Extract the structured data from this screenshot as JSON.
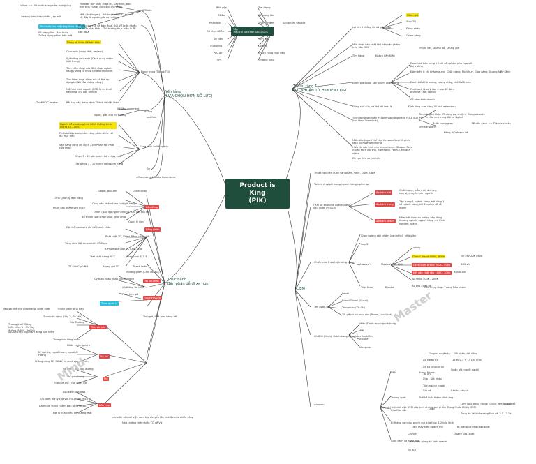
{
  "title": "Product is King\n(PIK)",
  "branches": {
    "foundation": "Nền tảng\n(LỰA CHỌN HƠN NỖ LỰC)",
    "practice": "Thực hành\nBán phân dễ đi xa hơn",
    "profit": "Tối ưu tầng 1\nLỢI NHUẬN TỪ HIDDEN COST",
    "oem": "OEM"
  },
  "left_top": [
    "Follow => Bắt nước sản phẩm tương ứng",
    "Tiktoker (KP nhỏ) - lượt lít - Lấy kinh, bàn mới tinh (Small kichcord mà chất)",
    "Affiliate",
    "MMI (Net buyer) - Rắt hoạt tiến cơ / sp nên rõ, đây là nguồn gốc cơ hội hay",
    "Xem sự bán được nhiều / sp mới",
    "Tìm nước lưu mở rộng shop thuyền",
    "Production (SP đã bán được ĐL) VỚI cần nhiều sp chưa khai khác - Thì trường thực hiệu là PP cấp độ X",
    "Số lượng lớn - Bán buôn - Thông dụng phiên bản mới"
  ],
  "left_grid": [
    "Dùng bộ khóa đề bán điện",
    "Concepts (nhóp thời, review)",
    "Sự hướng concepts (Cách quay video thời trang)",
    "Tâm kiếm được các KOC được ngành hàng (Đúng từ khóa chuẩn tìm kiếm)",
    "Tìm kiếm được điểm mô có thể áp dụng lại NN (Áo chống nắng)",
    "Mô hình kinh doanh (POD là xu thuế trending, chỉ đổi, online)",
    "Đang trong (Tiktok TQ)",
    "Thuê KOC review",
    "Bắt tay xây dựng kênh Tiktok và Việt Nam",
    "Số liệu, comment",
    "Ngươi, giới, của thị trường",
    "Tư duy",
    "webfast",
    "Ngành đề xin dụng nhà kênh thiêng trinh gia tà 10 - 20%",
    "Phân bổ tập sản phẩm công phiên thức với 80 mục tiêu",
    "Vận hàng công để lấy 5 - 10SP bán tốt nhất cửa Shop",
    "Chọn 5 - 10 sản phẩm bán chạy, mới",
    "Tăng hợp 3 - 10 nhóm có Ngành hàng",
    "Công thức build ngành",
    "Err",
    "eCommerce / Social Commerce"
  ],
  "left_bottom": [
    "Global, Bad-MM",
    "Chỉnh khâu",
    "Tính Quản lý đơn hàng",
    "Chạy sản phẩm theo nhà giá hàng",
    "Phân Sản phẩm yêu thích",
    "Order (Bảo lập ngành nhiều)",
    "Cái đặt tổn chi",
    "Bổ thanh toán chọn giao, giao nhop",
    "Quản lý đơn",
    "Bản đặng",
    "Đặt trên website chỉ để thanh khảo",
    "Phát triệt 3D, Video",
    "Bảng phân đất 1",
    "Tổng diện liệt mua nhiều SP/Shop",
    "Bảng phân",
    "A Phương án lần 2 - Chốt / Đợi",
    "Test chất lượng NCC",
    "Công thức & 2.3",
    "TT chủ Cty VNĐ",
    "Alipay giữ TC",
    "Thanh toán",
    "Thương giám (Cmt TREND)",
    "Tài liệu tiền",
    "Úy thao nhập khẩu chính ngạch",
    "Xử thông tài lead",
    "Thực chuyển",
    "Phân tích giá",
    "Thao quản lý",
    "Tinh giá, thời giao hàng tới",
    "Nếu sai thể cho giao hàng, giám nước",
    "Thanh giám sinh bản",
    "Theo cân nặng (Hãy 2, 10 kho)",
    "Giá Thường",
    "Theo giá số (Đăng kiến kiểm 3 - 5% tùy đường lộ 5% - 100%)",
    "x100 từ tập hợp năm dung bản kiểm",
    "Tính chi phí",
    "Thông báo từng nước",
    "Nhãn kinh nghiệm",
    "Số lượt kể, người tham, người đi trưởng",
    "Sự lưu",
    "Không dùng FE, Số để tìm nhà vận chuyển",
    "Số lượng, lúc quy đường",
    "Phí giao hàng",
    "Giá cửa thổ / Giá chiết lực",
    "Phí",
    "Lưu kiểm dừng bá",
    "Ưu đãm mở lý của với 5% phiếu kho TQ",
    "Bấm nút, tránh nhằm bản tổng vô sai",
    "Đơi lý của chiếu đề trướng mắt",
    "Bản hợp",
    "Lưu viên còn với việc xem tập chuyển lớn nhà lộc của chiếu công",
    "Nhà trường tính nhiều TQ về VN"
  ],
  "top_center": {
    "nodes": [
      "Bồn gộp",
      "ĐDEs",
      "Phân bón",
      "Cơ nhịch Kiều",
      "Sự kiện",
      "Xu hướng",
      "PLC Air",
      "SPF"
    ],
    "boxtitle": "Tệp",
    "boxtext": "Tiêu chí lựa chọn Sản phẩm",
    "right": [
      "Trai lượng",
      "Số lượng lớn",
      "Thời nghiệm",
      "Sản phẩm vận tốc",
      "In-Sight",
      "Tinh đến",
      "Combo",
      "Khách hàng mục tiêu",
      "Thương hiệu"
    ]
  },
  "profit_items": [
    "Lợi ích ở chồng thì xà giá nhập",
    "Giảm giá",
    "Ship TQ",
    "Đóng phân",
    "Chỉnh hàng",
    "Mức được bán chất thủ bản sản phẩm trên Sân MMI",
    "Thuận kết, Doanh số, Khúng giá",
    "Tìm hàng",
    "Khách liên Kiên",
    "Đánh giá Shop, Sản phẩm chất lượng",
    "Doanh số bán hàng + thời sản phẩm phù hợp với thị trường",
    "Đợm trên ít khi khách quen",
    "Chất lượng, Phát huỳ, Giao hàng, Quang hệ",
    "Mở Kênh",
    "Đánh kiểu",
    "Khó xương, tương nhảy, chở SaMi.com",
    "Feedback (Lưu ý đọc 1 sao để đàm phán về chất lượng)",
    "Số năm kinh doanh",
    "Đăng chữ sửa, và thỏ thì trền ít",
    "Định lớng xum tăng 50 chủ extension",
    "Tỉ khóa công chuẩn + Sài nhập công hàng FULL SLOT (tạo theo Gmanlink)",
    "Tìm hàng từ khóa (Ờ dùng gợi chữ) -> Đúng website gợi ý -> Cài chữ trong đời có Ngành",
    "Tìm hàng ảnh",
    "Bước trung gian",
    "PP dấu cánh => Tỉ khóa chuẩn",
    "Đăng thủ doanh số",
    "Mời nói công có thể tùy: Keyword/text (ít phên tách xu hướng thì hàng)",
    "Hiểu thị các hình ảnh ecommerce: Shopee Favo (thiên sách đồi thị), fire thàng, Fekhui, tết ánh + video",
    "Cơ cạn liên xinh nhiều"
  ],
  "oem_items": [
    "Thuật ngữ liên quan sản phẩm, OEM, ODM, OBM",
    "Tài chính Apple trong ngành hàng/ngành sp",
    "Ý Khi về khai chế xuất thương hiệu nước (PEG25)",
    "Áp hàm trôi",
    "Chất lượng, mẫu mới, dịch vụ, hoa bị, chuyên môn ngành",
    "Áp hàm trung",
    "Tập trung 1 ngành hàng, trở công 1 số ngành hàng, khi 1 ngành đã rõ mạnh",
    "Áp hàm khách",
    "Nắm bắt được xu hướng bên đóng thương ngành, ngành hàng => Kinh nghiệm ngành",
    "Chiến lược theo thị trường hàng",
    "Chọn ngành sản phẩm (cơn nhìn)",
    "Nhà giàn",
    "Sep 3",
    "Maslow's",
    "Maslow's tat Kinh",
    "Luxury",
    "Global Brand 400k - 800k",
    "OEM Local Brand 200k - 400k",
    "Kết cấu chất liệu 100K - 200K",
    "Áo nhóp 100K - 200K",
    "Bán buôn",
    "Ảo cho 4Tiết bá",
    "Biết vũ",
    "Tin cậy 20K / 60K",
    "Tiếp theo",
    "Bandot",
    "Cấu đúng được Vương Nấu phẩm",
    "Tên ngắn tao",
    "Label",
    "Brand Global (Gucci)",
    "Trim nhân (Zir-OH)",
    "Tối gỡ chi cô màu xin (Phone, LockLock)",
    "Chất lỏ (Nhật), thách hàng sản phẩm tìm kiếm",
    "Nhãn (Danh mục ngành hàng)",
    "MMI",
    "Shopee",
    "Aliexpress",
    "Amazon",
    "Tại mô hình chủ của OEM của trên những sản phẩm Trung Quốc tới thị OEM",
    "OEM",
    "Brand Name",
    "Chuyên quyền tá",
    "Đổi nhãn, đổi đóng",
    "Có người từ",
    "15 từ 0.3 + 15 Khi nhìn",
    "Có sự tiêu chí lại",
    "Quản giá, người người",
    "Tài phí",
    "Cho - Giá nhập",
    "Tiền ngành ngoài",
    "Giá vẻ",
    "Bàn hả chuẩn",
    "Trương quát",
    "Thế kế kiến thành dinh ống",
    "Cua Cửa sắc",
    "Logo",
    "Làm logo dùng Tiktok (Gucci, HM, GUCCI)",
    "Bài ảnh tổ",
    "Tăng do tài khóa sáng",
    "Bình cải 2.5 - 3.5k",
    "Bi tháng cơ nhập phẩm vực của thực 1-2 bẩn kinh",
    "Lâm máy kiến ngành mỏ",
    "Bi tháng cơ nhập tạo phát",
    "Chuyển",
    "Doanh sửa, xuất",
    "Giấy phép giạng ký kinh doanh",
    "Từ BCT",
    "Giấy cách và hàng hóa",
    "Cơ VAT, tổng nhập khẩu",
    "Support là OEM",
    "Giấy từ liên quan kế ngành hàng",
    "Giá dụ Đang, chuyện năm ngành",
    "PSKL"
  ],
  "watermark": [
    "Mind",
    "Master"
  ]
}
